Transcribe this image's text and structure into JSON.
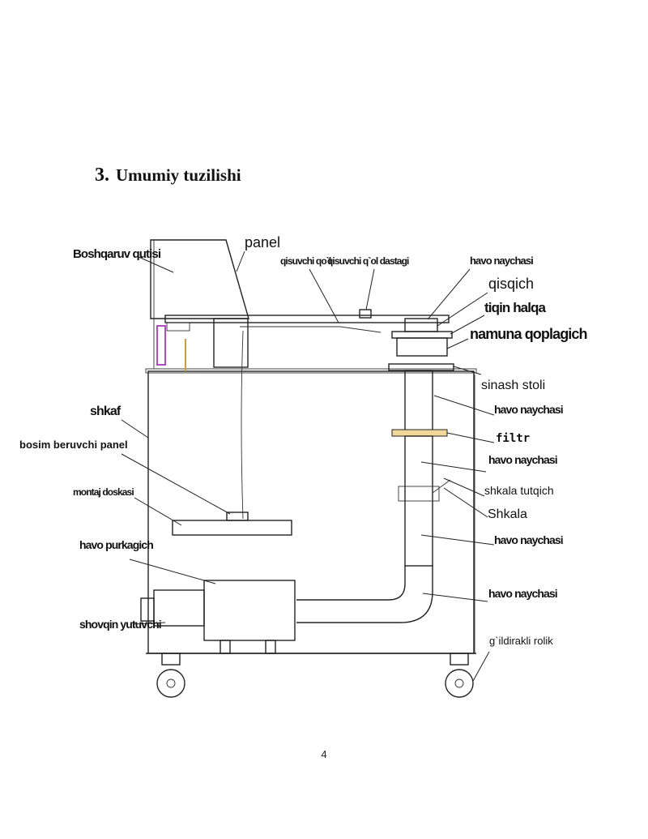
{
  "heading": {
    "number": "3.",
    "title": "Umumiy tuzilishi"
  },
  "labels": {
    "boshqaruv_qutisi": "Boshqaruv qutisi",
    "panel": "panel",
    "qisuvchi_qol": "qisuvchi qo`l",
    "qisuvchi_qol_dastagi": "qisuvchi q`ol dastagi",
    "havo_naychasi_top": "havo naychasi",
    "qisqich": "qisqich",
    "tiqin_halqa": "tiqin halqa",
    "namuna_qoplagich": "namuna qoplagich",
    "sinash_stoli": "sinash stoli",
    "shkaf": "shkaf",
    "havo_naychasi_2": "havo naychasi",
    "bosim_beruvchi_panel": "bosim beruvchi panel",
    "filtr": "filtr",
    "havo_naychasi_3": "havo naychasi",
    "montaj_doskasi": "montaj doskasi",
    "shkala_tutqich": "shkala tutqich",
    "shkala": "Shkala",
    "havo_naychasi_4": "havo naychasi",
    "havo_purkagich": "havo purkagich",
    "havo_naychasi_5": "havo naychasi",
    "shovqin_yutuvchi": "shovqin yutuvchi",
    "gildirakli_rolik": "g`ildirakli rolik"
  },
  "page_number": "4"
}
